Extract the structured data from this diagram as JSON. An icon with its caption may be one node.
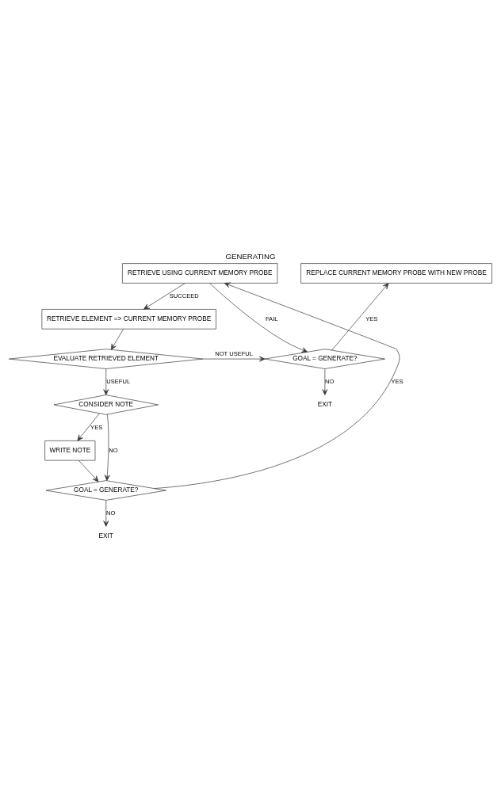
{
  "diagram": {
    "title": "GENERATING",
    "nodes": [
      {
        "text": [
          "RETRIEVE USING CURRENT MEMORY PROBE"
        ]
      },
      {
        "text": [
          "REPLACE CURRENT MEMORY PROBE WITH NEW PROBE"
        ]
      },
      {
        "text": [
          "RETRIEVE ELEMENT => CURRENT MEMORY PROBE"
        ]
      },
      {
        "text": [
          "EVALUATE RETRIEVED ELEMENT"
        ]
      },
      {
        "text": [
          "GOAL = GENERATE?"
        ]
      },
      {
        "text": [
          "EXIT"
        ]
      },
      {
        "text": [
          "CONSIDER NOTE"
        ]
      },
      {
        "text": [
          "WRITE NOTE"
        ]
      },
      {
        "text": [
          "GOAL = GENERATE?"
        ]
      },
      {
        "text": [
          "EXIT"
        ]
      }
    ],
    "edges": [
      {
        "from": 0,
        "to": 2,
        "arrow": "to",
        "label": "SUCCEED"
      },
      {
        "from": 0,
        "to": 4,
        "arrow": "to",
        "label": "FAIL"
      },
      {
        "from": 2,
        "to": 3,
        "arrow": "to"
      },
      {
        "from": 3,
        "to": 4,
        "arrow": "to",
        "label": "NOT USEFUL"
      },
      {
        "from": 3,
        "to": 6,
        "arrow": "to",
        "label": "USEFUL"
      },
      {
        "from": 4,
        "to": 1,
        "arrow": "to",
        "label": "YES"
      },
      {
        "from": 4,
        "to": 5,
        "arrow": "to",
        "label": "NO"
      },
      {
        "from": 6,
        "to": 7,
        "arrow": "to",
        "label": "YES"
      },
      {
        "from": 6,
        "to": 8,
        "arrow": "to",
        "label": "NO"
      },
      {
        "from": 7,
        "to": 8,
        "arrow": "to"
      },
      {
        "from": 8,
        "to": 0,
        "arrow": "to",
        "label": "YES"
      },
      {
        "from": 8,
        "to": 9,
        "arrow": "to",
        "label": "NO"
      }
    ]
  }
}
